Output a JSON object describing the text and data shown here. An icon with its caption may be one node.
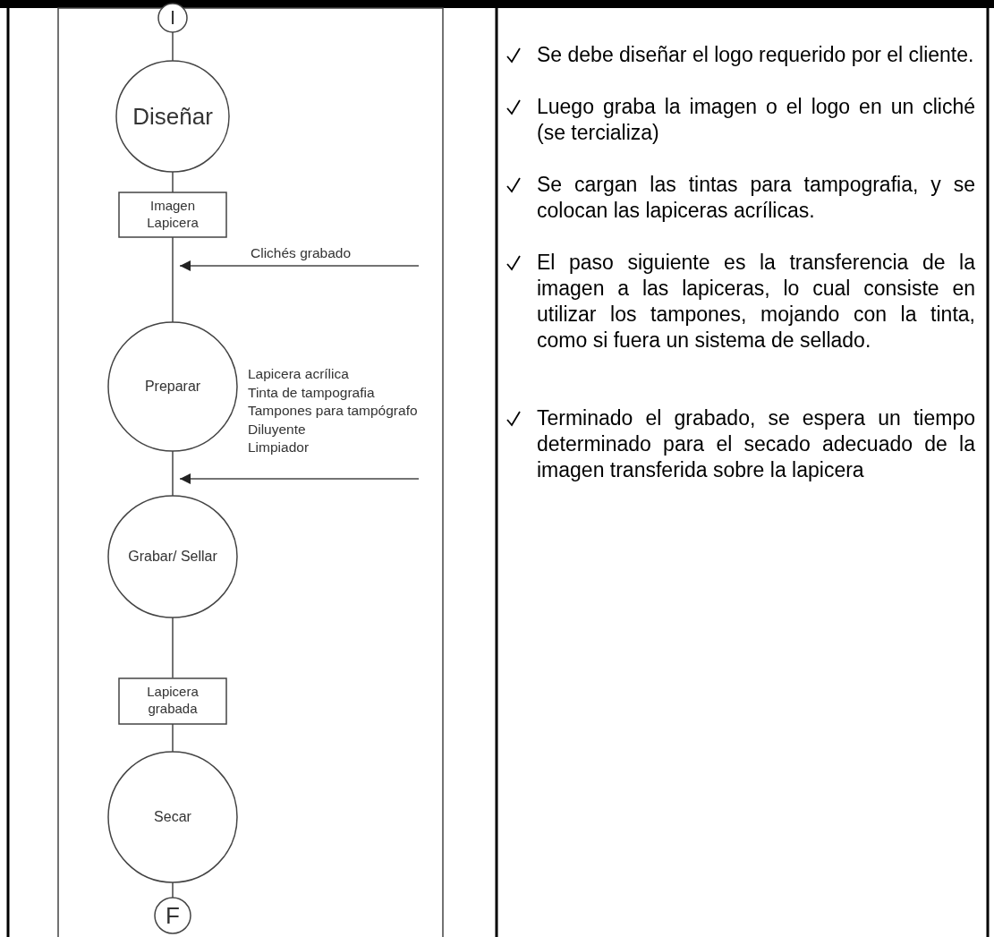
{
  "diagram": {
    "nodes": [
      {
        "text": [
          "I"
        ]
      },
      {
        "text": [
          "Diseñar"
        ]
      },
      {
        "text": [
          "Imagen Lapicera"
        ]
      },
      {
        "text": [
          "Preparar"
        ],
        "beside": [
          "Lapicera acrílica",
          "Tinta de tampografia",
          "Tampones para tampógrafo",
          "Diluyente",
          "Limpiador"
        ]
      },
      {
        "text": [
          "Grabar/ Sellar"
        ]
      },
      {
        "text": [
          "Lapicera grabada"
        ]
      },
      {
        "text": [
          "Secar"
        ]
      },
      {
        "text": [
          "F"
        ]
      }
    ],
    "edges": [
      {
        "from": 0,
        "to": 1,
        "arrow": "none"
      },
      {
        "from": 1,
        "to": 2,
        "arrow": "none"
      },
      {
        "from": 2,
        "to": 3,
        "arrow": "none"
      },
      {
        "from": null,
        "to": 3,
        "arrow": "to",
        "label": "Clichés grabado"
      },
      {
        "from": 3,
        "to": 4,
        "arrow": "none"
      },
      {
        "from": null,
        "to": 4,
        "arrow": "to"
      },
      {
        "from": 4,
        "to": 5,
        "arrow": "none"
      },
      {
        "from": 5,
        "to": 6,
        "arrow": "none"
      },
      {
        "from": 6,
        "to": 7,
        "arrow": "none"
      }
    ],
    "labels": [
      "Se debe diseñar el logo requerido por el cliente.",
      "Luego graba la imagen o el logo en un cliché (se tercializa)",
      "Se cargan las tintas para tampografia, y se colocan las lapiceras acrílicas.",
      "El paso siguiente es la transferencia de la imagen a las lapiceras, lo cual consiste en utilizar los tampones, mojando con la tinta, como si fuera un sistema de sellado.",
      "Terminado el grabado, se espera un tiempo determinado para el secado adecuado de la imagen transferida sobre la lapicera"
    ]
  }
}
